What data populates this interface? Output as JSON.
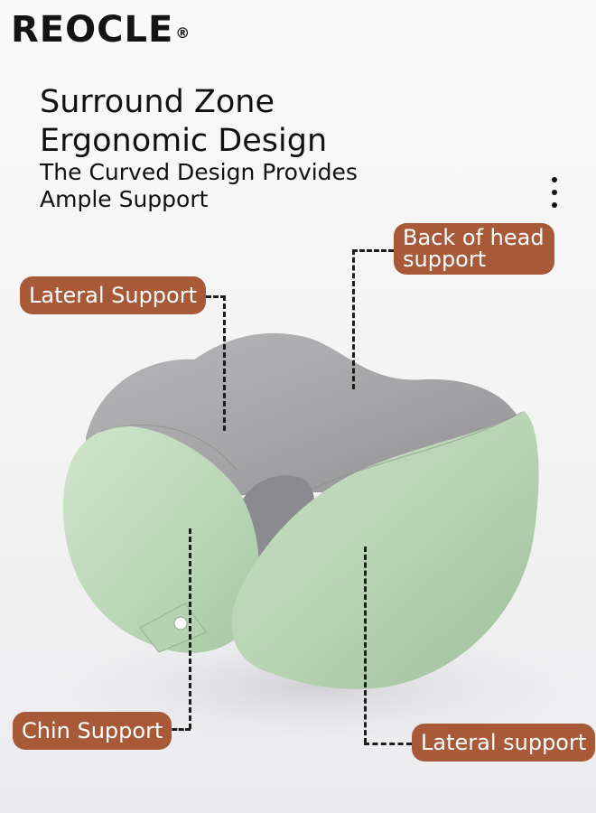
{
  "brand": {
    "name": "REOCLE",
    "mark": "®"
  },
  "headline": {
    "line1": "Surround Zone",
    "line2": "Ergonomic Design"
  },
  "subheadline": {
    "line1": "The Curved Design Provides",
    "line2": "Ample Support"
  },
  "labels": {
    "lateral_support_top": "Lateral Support",
    "back_of_head_line1": "Back of head",
    "back_of_head_line2": "support",
    "chin_support": "Chin Support",
    "lateral_support_bottom": "Lateral support"
  },
  "colors": {
    "label_bg": "#a85a38",
    "pillow_green": "#bcd9b8",
    "pillow_gray": "#a4a4a6",
    "text": "#111111"
  },
  "icons": {
    "menu": "more-vertical-icon"
  }
}
